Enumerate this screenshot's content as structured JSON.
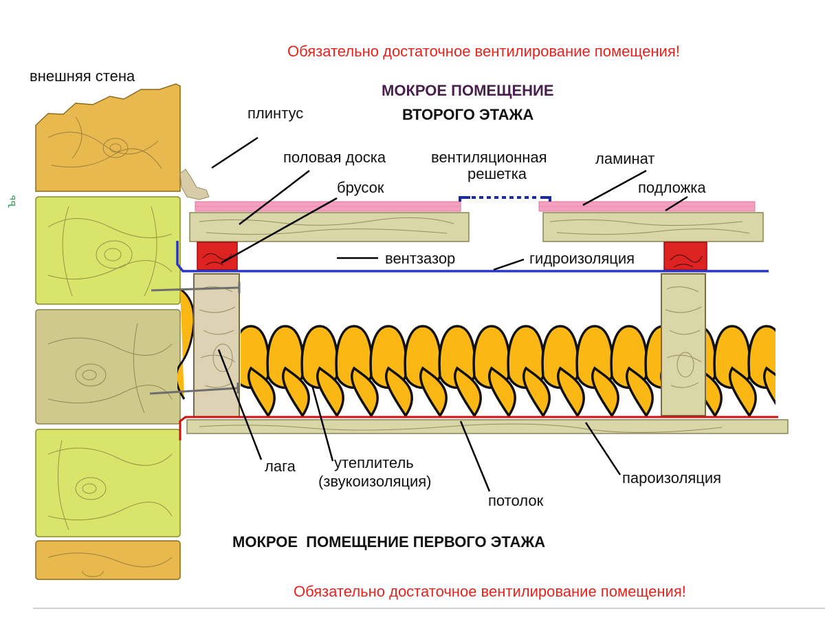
{
  "colors": {
    "warning": "#e8231e",
    "heading_top": "#4a1f4f",
    "heading_bottom": "#111111",
    "laminate": "#f6a0c0",
    "board": "#d9d6a8",
    "joist": "#ddd3b4",
    "insulation": "#fbb714",
    "bar": "#dd2222",
    "waterproofing": "#2a35c9",
    "vapor_barrier": "#cc1111",
    "vent_grille": "#1a2aa8",
    "wall_log_orange": "#e8b94f",
    "wall_log_lime": "#d9e56a",
    "wall_log_khaki": "#cfc98c"
  },
  "texts": {
    "warning_top": "Обязательно достаточное вентилирование помещения!",
    "warning_bottom": "Обязательно достаточное вентилирование помещения!",
    "heading_top_line1": "МОКРОЕ ПОМЕЩЕНИЕ",
    "heading_top_line2": "ВТОРОГО ЭТАЖА",
    "heading_bottom": "МОКРОЕ  ПОМЕЩЕНИЕ ПЕРВОГО ЭТАЖА",
    "side_mark": "Ъь"
  },
  "labels": {
    "outer_wall": "внешняя стена",
    "skirting": "плинтус",
    "floor_board": "половая доска",
    "bar": "брусок",
    "vent_grille_line1": "вентиляционная",
    "vent_grille_line2": "решетка",
    "laminate": "ламинат",
    "underlay": "подложка",
    "vent_gap": "вентзазор",
    "waterproofing": "гидроизоляция",
    "joist": "лага",
    "insulation_line1": "утеплитель",
    "insulation_line2": "(звукоизоляция)",
    "vapor_barrier": "пароизоляция",
    "ceiling": "потолок"
  }
}
